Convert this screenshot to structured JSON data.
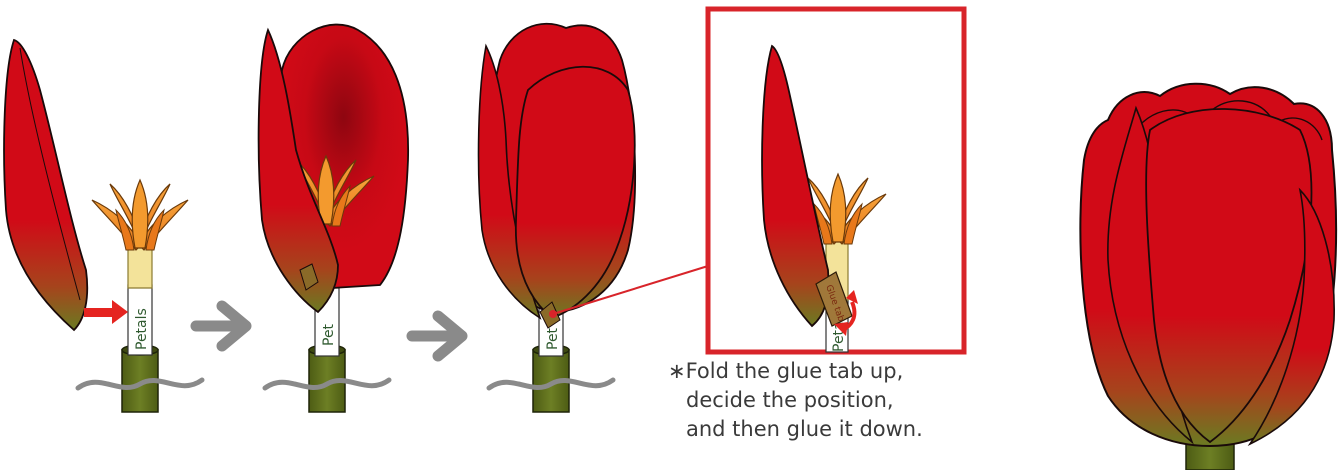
{
  "labels": {
    "stem_label_full": "Petals",
    "stem_label_short": "Pet",
    "tab_label": "Glue tab"
  },
  "note": {
    "line1": "∗Fold the glue tab up,",
    "line2": "decide the position,",
    "line3": "and then glue it down."
  },
  "colors": {
    "petal_red": "#d10a17",
    "petal_base": "#6b7a22",
    "stem_green": "#5a6b1c",
    "arrow_red": "#e52420",
    "arrow_gray": "#8a8a8a",
    "detail_frame": "#d8242a",
    "stamen_orange": "#f08a24"
  },
  "icons": [
    "right-arrow-icon",
    "push-arrow-icon",
    "fold-arrow-icon"
  ]
}
